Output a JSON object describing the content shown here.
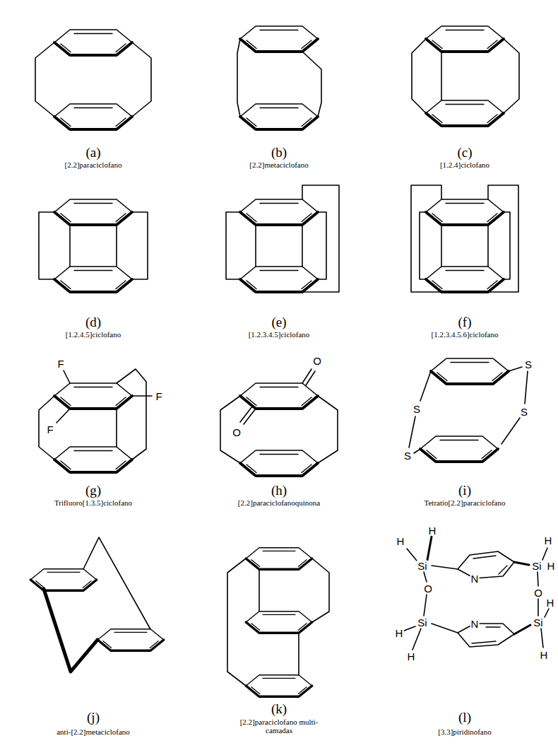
{
  "diagram": {
    "labels": [
      "(a)",
      "[2.2]paraciclofano",
      "(b)",
      "[2.2]metaciclofano",
      "(c)",
      "[1.2.4]ciclofano",
      "(d)",
      "[1.2.4.5]ciclofano",
      "(e)",
      "[1.2.3.4.5]ciclofano",
      "(f)",
      "[1.2.3.4.5.6]ciclofano",
      "F",
      "F",
      "F",
      "(g)",
      "Trifluoro[1.3.5]ciclofano",
      "O",
      "O",
      "(h)",
      "[2.2]paraciclofanoquinona",
      "S",
      "S",
      "S",
      "S",
      "(i)",
      "Tetratio[2.2]paraciclofano",
      "(j)",
      "anti-[2.2]metaciclofano",
      "(k)",
      "[2.2]paraciclofano multi-camadas",
      "H",
      "H",
      "Si",
      "O",
      "Si",
      "H",
      "H",
      "N",
      "N",
      "Si",
      "H",
      "H",
      "O",
      "Si",
      "H",
      "H",
      "(l)",
      "[3.3]piridinofano"
    ]
  }
}
